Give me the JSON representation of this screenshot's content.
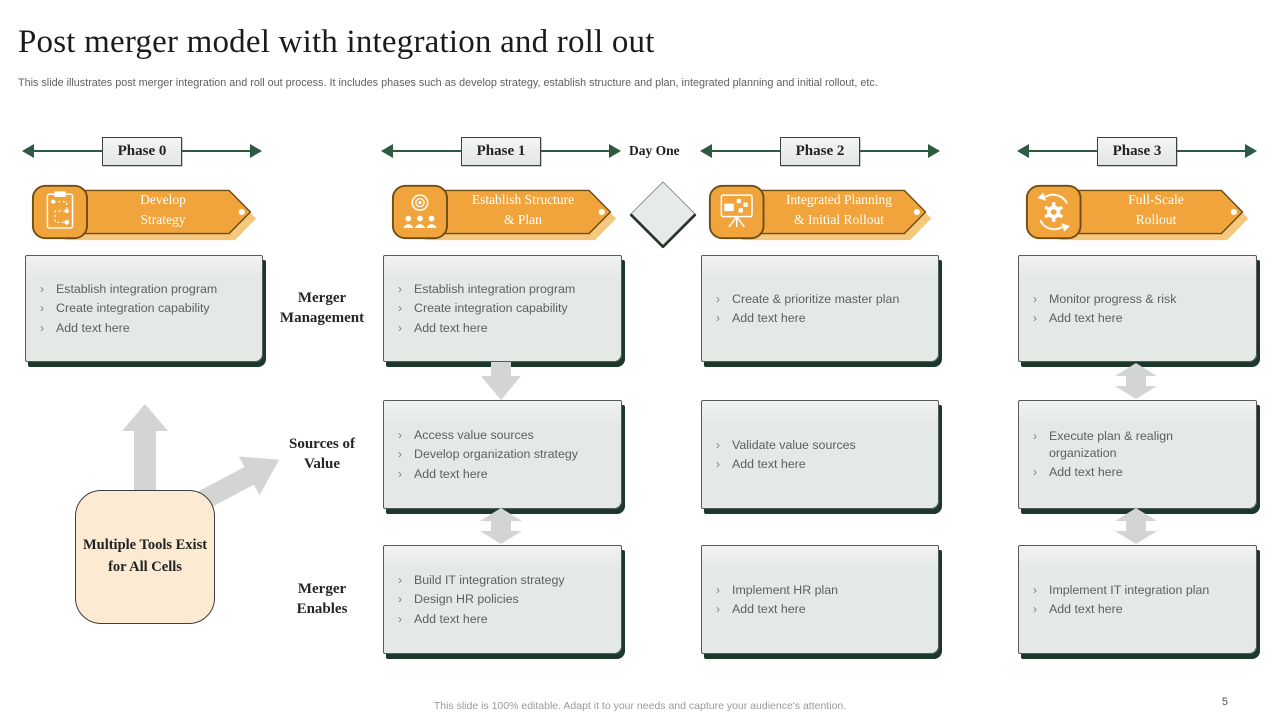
{
  "slide": {
    "title": "Post merger model with integration and roll out",
    "subtitle": "This slide illustrates post merger integration and roll out process. It includes phases such as develop strategy, establish structure and plan, integrated planning and initial rollout, etc.",
    "footer": "This slide is 100% editable. Adapt it to your needs and capture your audience's attention.",
    "page_number": "5"
  },
  "ui": {
    "bullet_glyph": "›"
  },
  "timeline": {
    "day_one_label": "Day One",
    "phases": [
      {
        "label": "Phase 0"
      },
      {
        "label": "Phase 1"
      },
      {
        "label": "Phase 2"
      },
      {
        "label": "Phase 3"
      }
    ]
  },
  "ribbons": [
    {
      "icon": "strategy-clipboard-icon",
      "lines": [
        "Develop",
        "Strategy"
      ]
    },
    {
      "icon": "org-structure-target-icon",
      "lines": [
        "Establish Structure",
        "& Plan"
      ]
    },
    {
      "icon": "presentation-board-icon",
      "lines": [
        "Integrated Planning",
        "& Initial Rollout"
      ]
    },
    {
      "icon": "gear-sync-icon",
      "lines": [
        "Full-Scale",
        "Rollout"
      ]
    }
  ],
  "rows": [
    {
      "label": "Merger Management",
      "cells": [
        {
          "items": [
            "Establish integration program",
            "Create integration capability",
            "Add text here"
          ]
        },
        {
          "items": [
            "Establish integration program",
            "Create integration capability",
            "Add text here"
          ]
        },
        {
          "items": [
            "Create & prioritize master plan",
            "Add text here"
          ]
        },
        {
          "items": [
            "Monitor progress & risk",
            "Add text here"
          ]
        }
      ]
    },
    {
      "label": "Sources of Value",
      "cells": [
        {
          "items": [
            "Access value sources",
            "Develop organization strategy",
            "Add text here"
          ]
        },
        {
          "items": [
            "Validate value sources",
            "Add text here"
          ]
        },
        {
          "items": [
            "Execute plan & realign organization",
            "Add text here"
          ]
        }
      ]
    },
    {
      "label": "Merger Enables",
      "cells": [
        {
          "items": [
            "Build IT integration strategy",
            "Design HR policies",
            "Add text here"
          ]
        },
        {
          "items": [
            "Implement HR plan",
            "Add text here"
          ]
        },
        {
          "items": [
            "Implement IT integration plan",
            "Add text here"
          ]
        }
      ]
    }
  ],
  "callout": {
    "label": "Multiple Tools Exist for All Cells"
  },
  "colors": {
    "accent_orange": "#F2A43C",
    "accent_orange_light": "#F6C87E",
    "ribbon_border": "#6E4E17",
    "dark_green": "#2D5A40",
    "shadow_green": "#1B382B",
    "box_gray": "#E7EBE8",
    "cream": "#FCEBD2",
    "arrow_gray": "#D2D5D2"
  }
}
